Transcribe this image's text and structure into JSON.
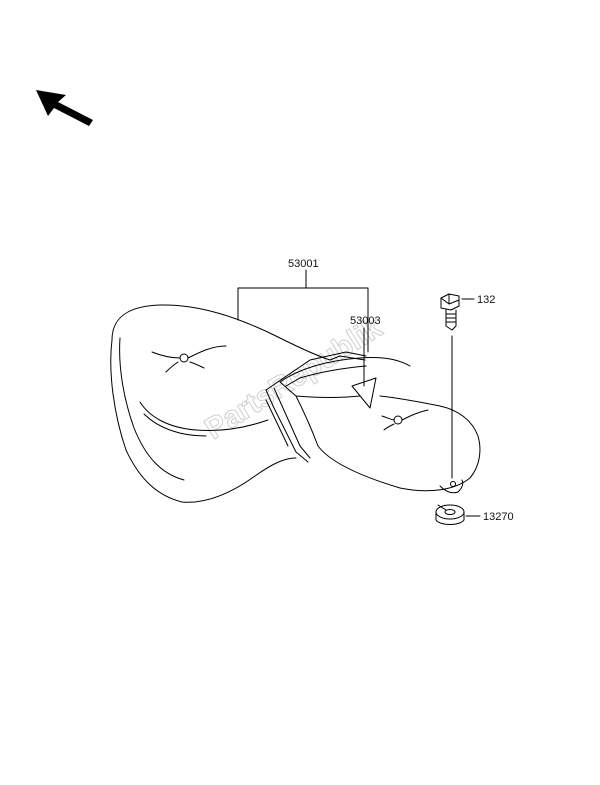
{
  "diagram": {
    "callouts": {
      "seat_assembly": "53001",
      "front_seat": "53003",
      "bolt": "132",
      "nut": "13270"
    },
    "watermark": "PartsRepublik",
    "icons": [
      "front-direction-arrow-icon"
    ]
  }
}
